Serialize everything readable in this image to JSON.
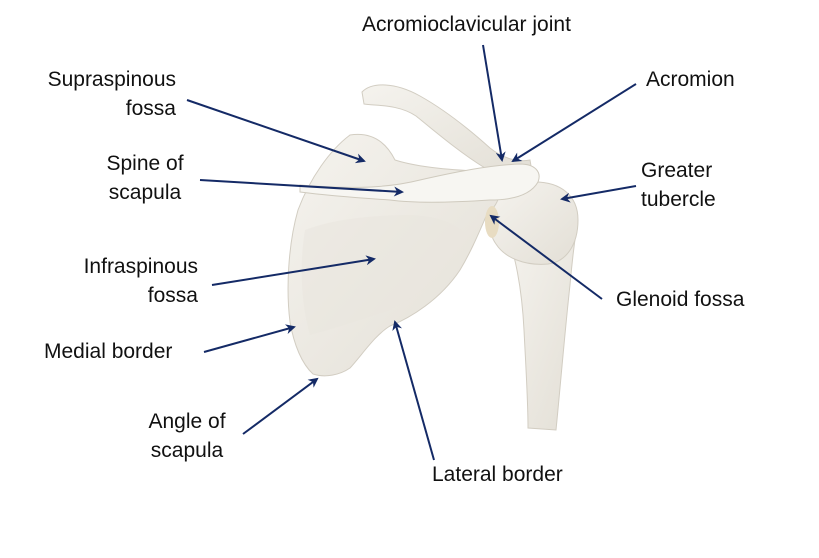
{
  "colors": {
    "bone": "#efede7",
    "bone_shade": "#d9d5cb",
    "bone_edge": "#c9c4b8",
    "arrow": "#142a66",
    "text": "#111111"
  },
  "labels": {
    "ac_joint": "Acromioclavicular joint",
    "acromion": "Acromion",
    "supraspinous_1": "Supraspinous",
    "supraspinous_2": "fossa",
    "spine_1": "Spine of",
    "spine_2": "scapula",
    "greater_1": "Greater",
    "greater_2": "tubercle",
    "infra_1": "Infraspinous",
    "infra_2": "fossa",
    "glenoid": "Glenoid fossa",
    "medial": "Medial border",
    "angle_1": "Angle of",
    "angle_2": "scapula",
    "lateral": "Lateral border"
  }
}
